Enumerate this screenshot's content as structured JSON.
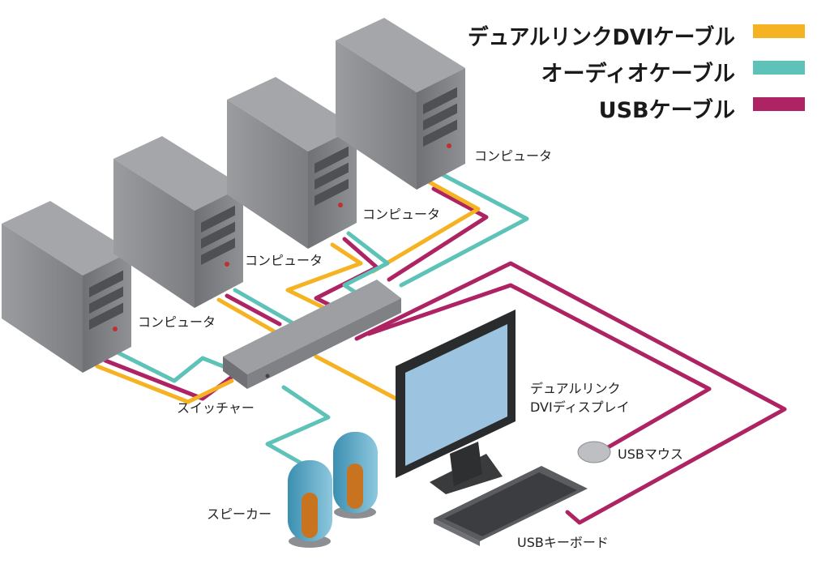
{
  "colors": {
    "dvi": "#F5B323",
    "audio": "#5DC2B8",
    "usb": "#AE2363",
    "case": "#8B8D90",
    "case_dark": "#5E6064",
    "screen": "#9CC4E0"
  },
  "legend": [
    {
      "label": "デュアルリンクDVIケーブル",
      "color_key": "dvi"
    },
    {
      "label": "オーディオケーブル",
      "color_key": "audio"
    },
    {
      "label": "USBケーブル",
      "color_key": "usb"
    }
  ],
  "labels": {
    "computer_1": "コンピュータ",
    "computer_2": "コンピュータ",
    "computer_3": "コンピュータ",
    "computer_4": "コンピュータ",
    "switcher": "スイッチャー",
    "display_line1": "デュアルリンク",
    "display_line2": "DVIディスプレイ",
    "mouse": "USBマウス",
    "speaker": "スピーカー",
    "keyboard": "USBキーボード"
  }
}
